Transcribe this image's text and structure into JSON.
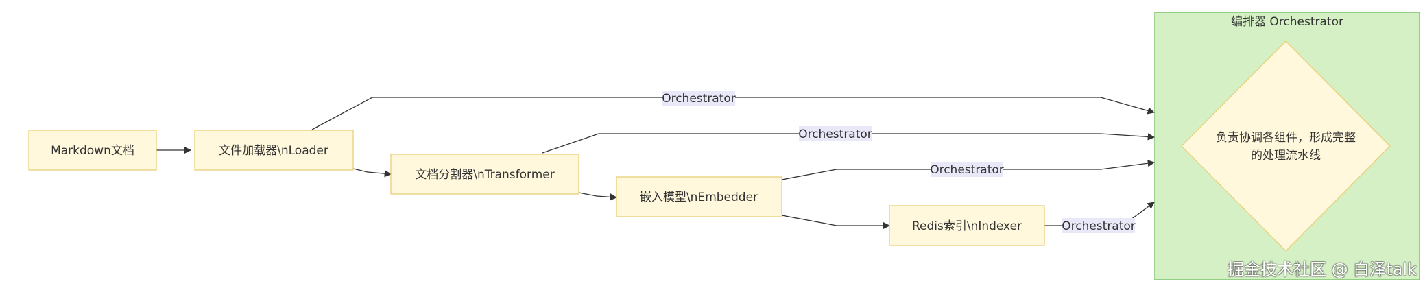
{
  "colors": {
    "node_fill": "#fff8dc",
    "node_stroke": "#e8d07a",
    "cluster_fill": "#d4f0c4",
    "cluster_stroke": "#7cc46c",
    "edge": "#333333",
    "edge_label_bg": "#e8e8f8"
  },
  "cluster": {
    "title": "编排器 Orchestrator"
  },
  "nodes": {
    "markdown": "Markdown文档",
    "loader": "文件加载器\\nLoader",
    "transformer": "文档分割器\\nTransformer",
    "embedder": "嵌入模型\\nEmbedder",
    "indexer": "Redis索引\\nIndexer",
    "orchestrator_line1": "负责协调各组件，形成完整",
    "orchestrator_line2": "的处理流水线"
  },
  "edge_labels": {
    "loader_to_orchestrator": "Orchestrator",
    "transformer_to_orchestrator": "Orchestrator",
    "embedder_to_orchestrator": "Orchestrator",
    "indexer_to_orchestrator": "Orchestrator"
  },
  "watermark": "掘金技术社区 @ 白泽talk"
}
